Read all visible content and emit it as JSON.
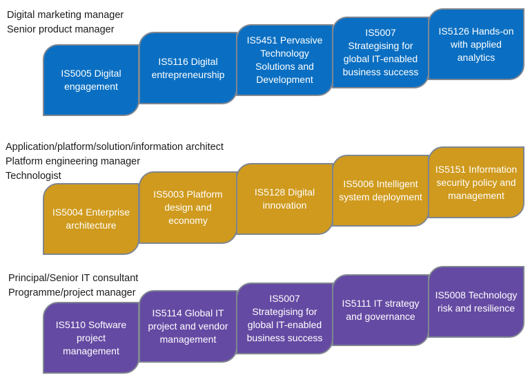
{
  "rows": [
    {
      "roles": [
        "Digital marketing manager",
        "Senior product manager"
      ],
      "color": "#0a6fc2",
      "courses": [
        "IS5005 Digital engagement",
        "IS5116 Digital entrepreneurship",
        "IS5451 Pervasive Technology Solutions and Development",
        "IS5007 Strategising for global IT-enabled business success",
        "IS5126 Hands-on with applied analytics"
      ]
    },
    {
      "roles": [
        "Application/platform/solution/information architect",
        "Platform engineering manager",
        "Technologist"
      ],
      "color": "#cf9a1d",
      "courses": [
        "IS5004 Enterprise architecture",
        "IS5003 Platform design and economy",
        "IS5128 Digital innovation",
        "IS5006 Intelligent system deployment",
        "IS5151 Information security policy and management"
      ]
    },
    {
      "roles": [
        "Principal/Senior IT consultant",
        "Programme/project manager"
      ],
      "color": "#654aa3",
      "courses": [
        "IS5110 Software project management",
        "IS5114 Global IT project and vendor management",
        "IS5007 Strategising for global IT-enabled business success",
        "IS5111 IT strategy and governance",
        "IS5008 Technology risk and resilience"
      ]
    }
  ]
}
